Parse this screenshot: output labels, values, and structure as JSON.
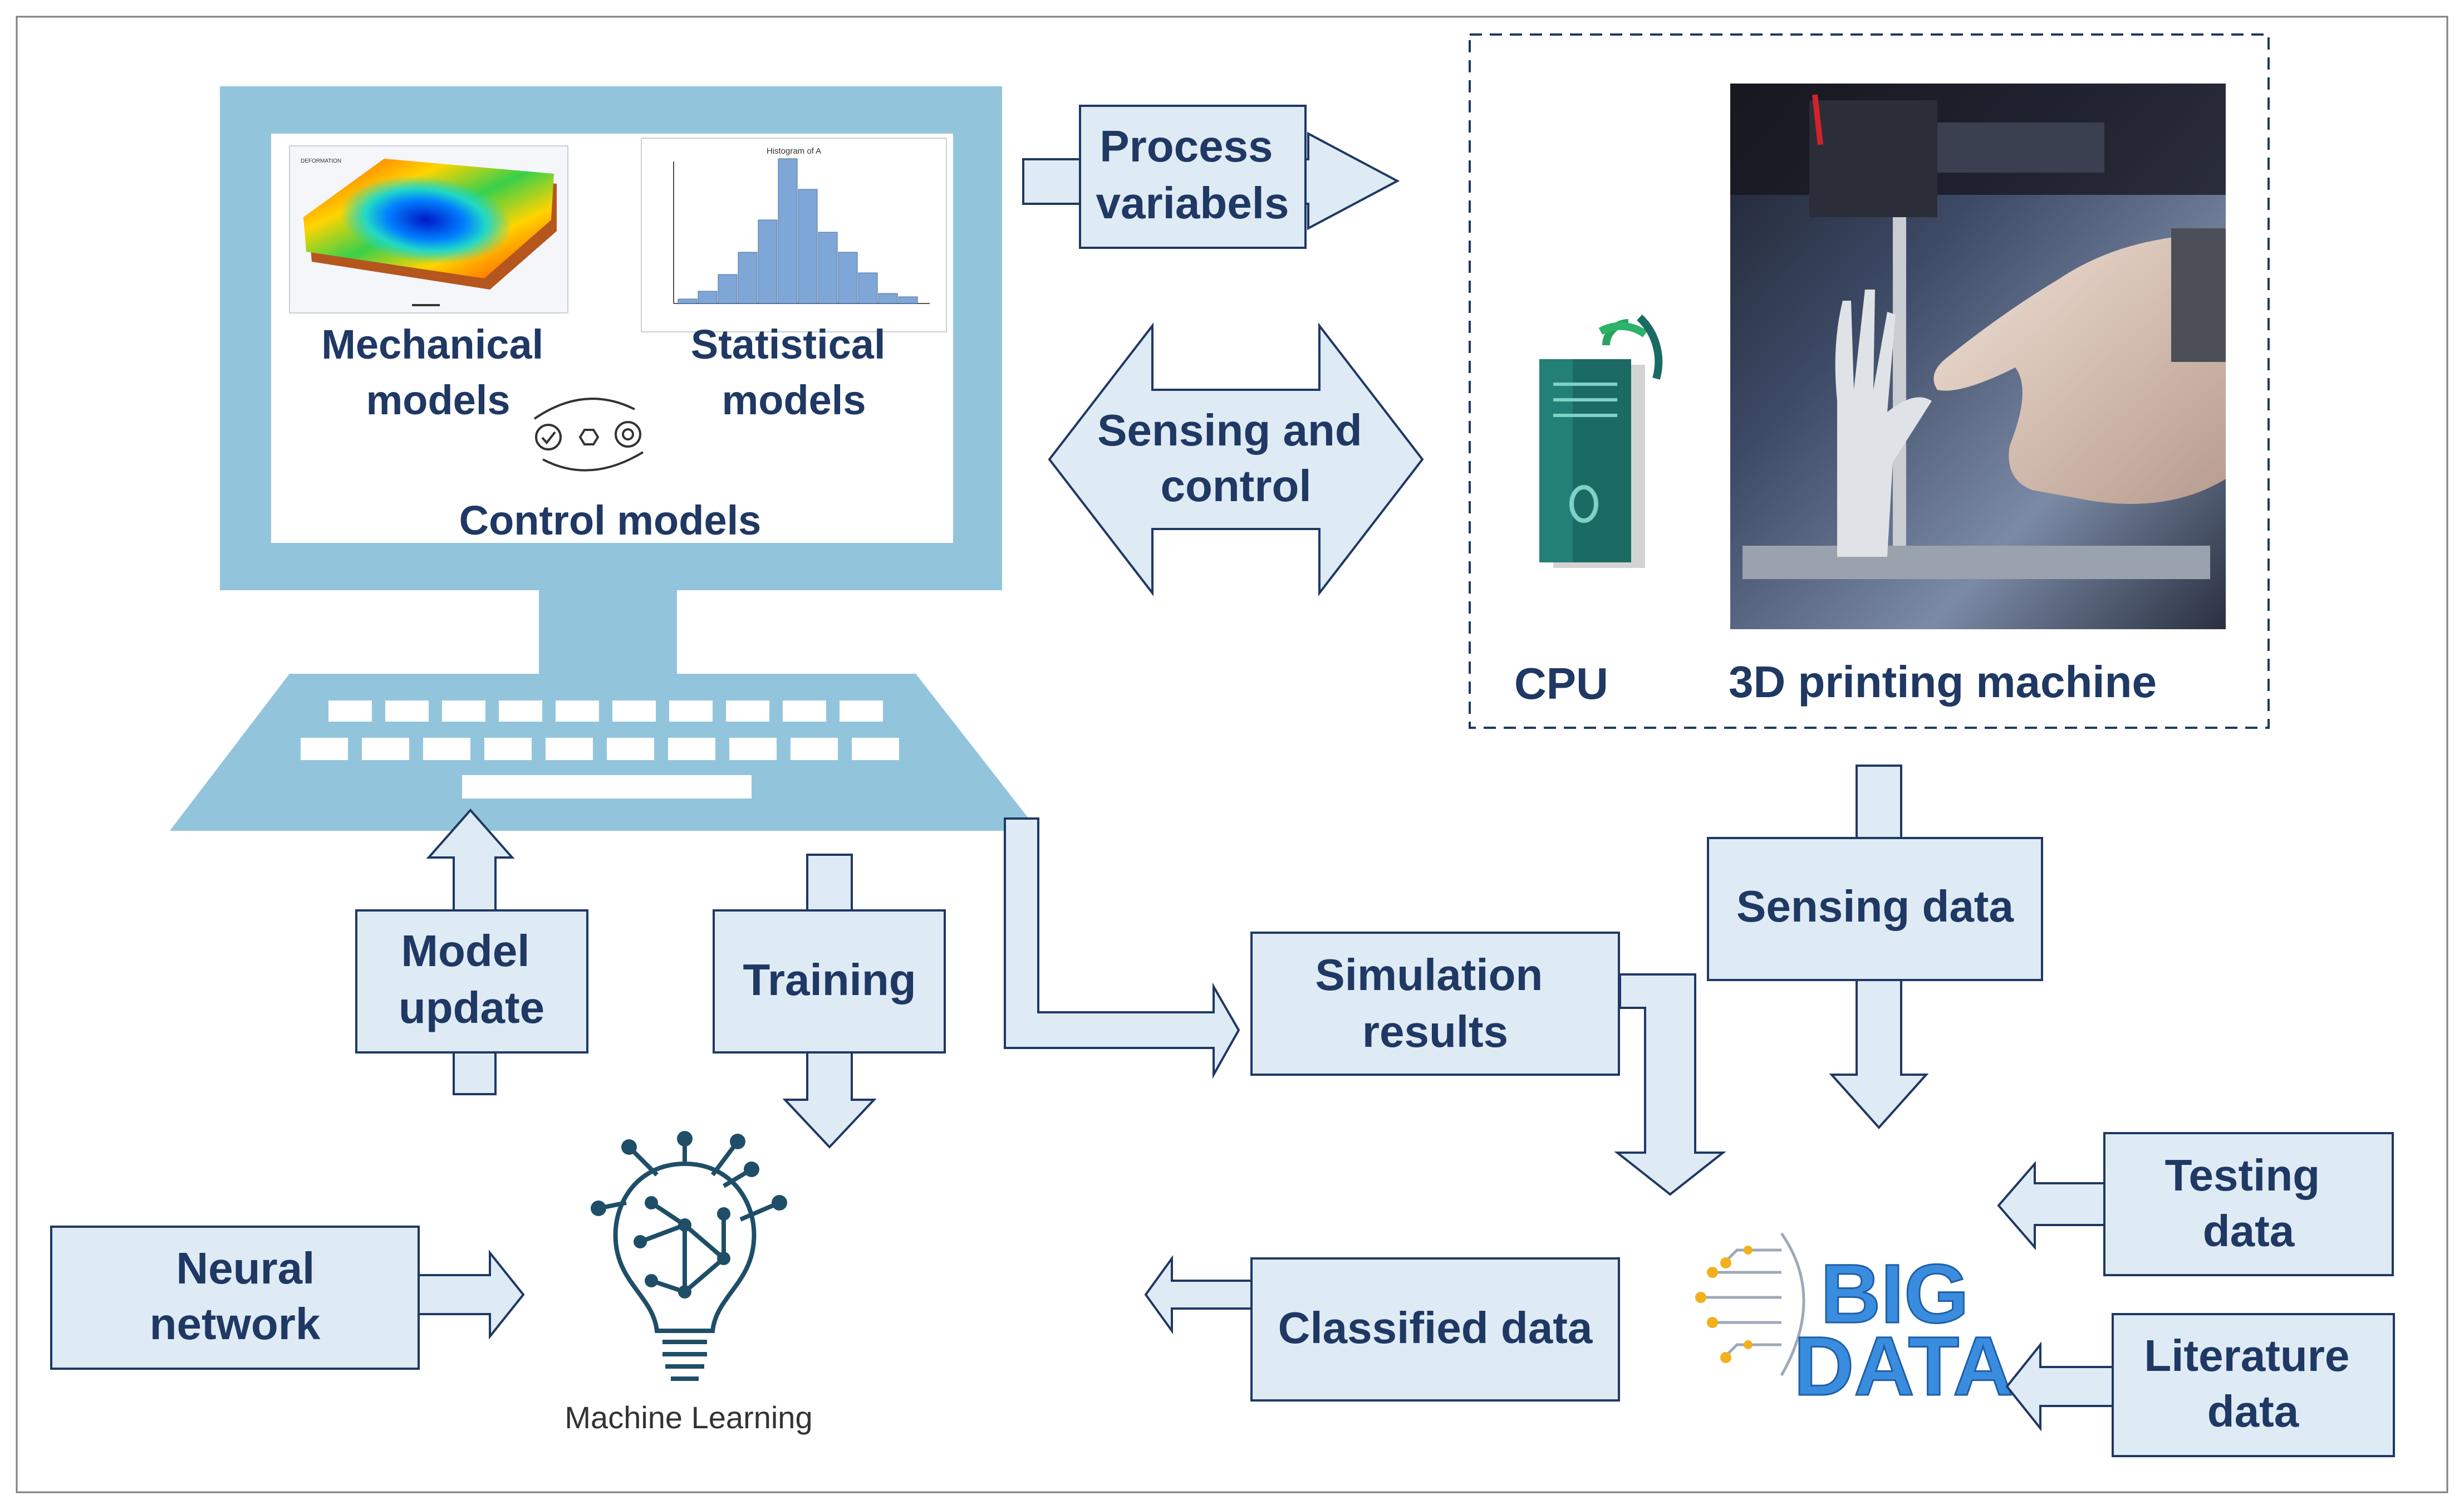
{
  "monitor": {
    "mechanical_label": [
      "Mechanical",
      "models"
    ],
    "statistical_label": [
      "Statistical",
      "models"
    ],
    "control_label": "Control models",
    "histogram_title": "Histogram of A"
  },
  "arrows": {
    "process_variables": [
      "Process",
      "variabels"
    ],
    "sensing_control": [
      "Sensing and",
      "control"
    ]
  },
  "machine_panel": {
    "cpu_label": "CPU",
    "printer_label": "3D printing machine"
  },
  "boxes": {
    "model_update": [
      "Model",
      "update"
    ],
    "training": "Training",
    "simulation_results": [
      "Simulation",
      "results"
    ],
    "sensing_data": "Sensing data",
    "neural_network": [
      "Neural",
      "network"
    ],
    "classified_data": "Classified data",
    "testing_data": [
      "Testing",
      "data"
    ],
    "literature_data": [
      "Literature",
      "data"
    ]
  },
  "icons": {
    "ml_label": "Machine Learning",
    "bigdata_line1": "BIG",
    "bigdata_line2": "DATA"
  },
  "colors": {
    "monitor_blue": "#92c5dc",
    "box_fill": "#deebf5",
    "box_stroke": "#1f3864",
    "text_navy": "#1f3864",
    "bigdata_blue": "#3a8dde",
    "ml_teal": "#1f4e68",
    "cpu_teal": "#1b6b64"
  }
}
